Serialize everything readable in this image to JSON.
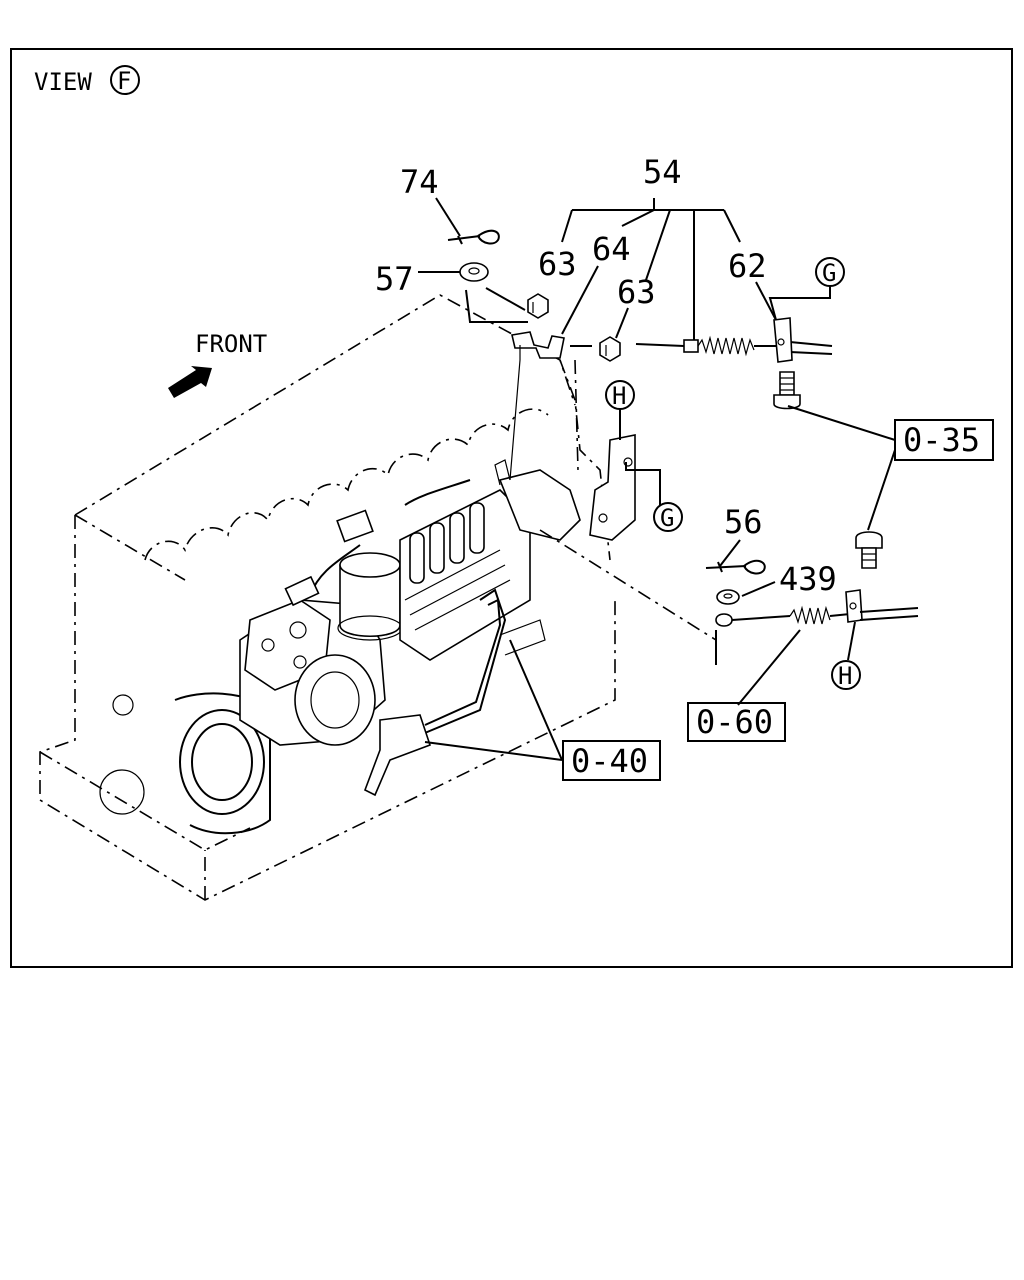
{
  "header": {
    "view_text": "VIEW",
    "view_letter": "F"
  },
  "direction": {
    "front_label": "FRONT"
  },
  "callouts": {
    "c74": "74",
    "c54": "54",
    "c57": "57",
    "c63a": "63",
    "c64": "64",
    "c63b": "63",
    "c62": "62",
    "c56": "56",
    "c439": "439"
  },
  "connectors": {
    "g_top": "G",
    "g_mid": "G",
    "h_top": "H",
    "h_bottom": "H"
  },
  "references": {
    "r035": "0-35",
    "r060": "0-60",
    "r040": "0-40"
  }
}
